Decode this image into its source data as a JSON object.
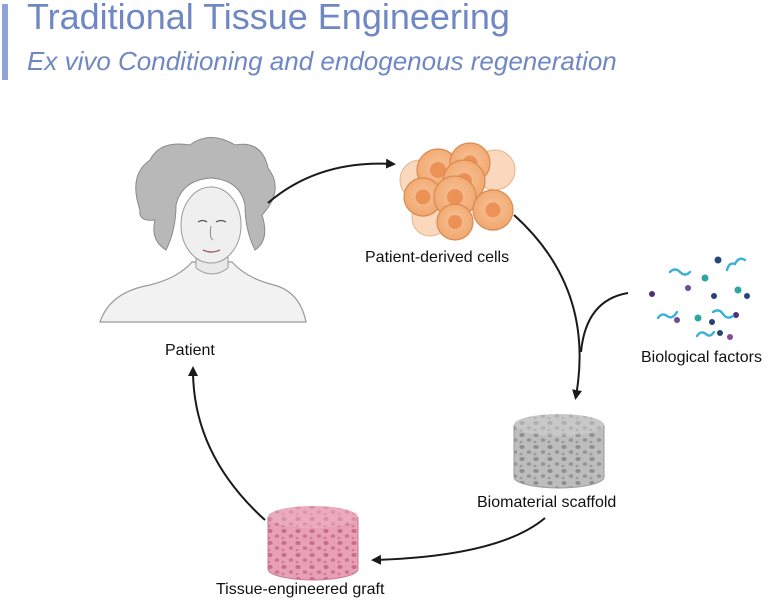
{
  "header": {
    "title": "Traditional Tissue Engineering",
    "subtitle": "Ex vivo Conditioning and endogenous regeneration"
  },
  "nodes": {
    "patient": "Patient",
    "cells": "Patient-derived cells",
    "factors": "Biological factors",
    "scaffold": "Biomaterial scaffold",
    "graft": "Tissue-engineered graft"
  },
  "colors": {
    "title": "#6f88c4",
    "arrow": "#1a1a1a",
    "cell": "#f4b27a",
    "scaffold": "#b5b5b5",
    "graft": "#e393ab"
  }
}
